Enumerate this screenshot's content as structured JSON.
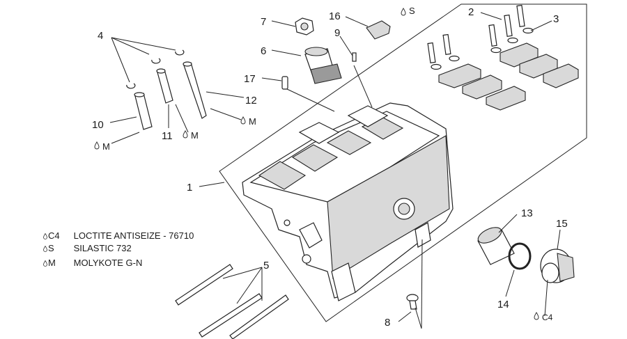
{
  "callouts": {
    "c1": "1",
    "c2": "2",
    "c3": "3",
    "c4": "4",
    "c5": "5",
    "c6": "6",
    "c7": "7",
    "c8": "8",
    "c9": "9",
    "c10": "10",
    "c11": "11",
    "c12": "12",
    "c13": "13",
    "c14": "14",
    "c15": "15",
    "c16": "16",
    "c17": "17"
  },
  "markers": {
    "s_top": "S",
    "m_12": "M",
    "m_11": "M",
    "m_10": "M",
    "c4_15": "C4"
  },
  "legend": [
    {
      "code": "C4",
      "text": "LOCTITE ANTISEIZE - 76710"
    },
    {
      "code": "S",
      "text": "SILASTIC 732"
    },
    {
      "code": "M",
      "text": "MOLYKOTE G-N"
    }
  ],
  "icons": {
    "lubricant_marker": "drop-icon"
  }
}
